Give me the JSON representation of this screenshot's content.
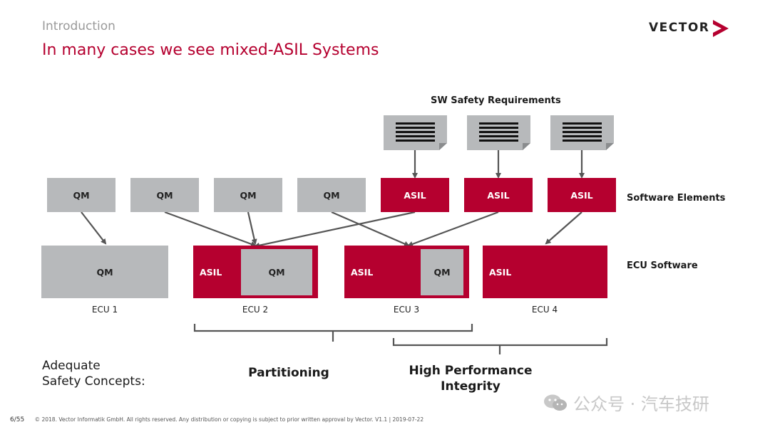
{
  "header": {
    "section": "Introduction",
    "title": "In many cases we see mixed-ASIL Systems",
    "logo_text": "VECTOR"
  },
  "labels": {
    "sw_safety_requirements": "SW Safety Requirements",
    "software_elements": "Software Elements",
    "ecu_software": "ECU Software"
  },
  "software_elements": [
    "QM",
    "QM",
    "QM",
    "QM",
    "ASIL",
    "ASIL",
    "ASIL"
  ],
  "ecus": [
    {
      "name": "ECU 1",
      "parts": [
        "QM"
      ]
    },
    {
      "name": "ECU 2",
      "parts": [
        "ASIL",
        "QM"
      ]
    },
    {
      "name": "ECU 3",
      "parts": [
        "ASIL",
        "QM"
      ]
    },
    {
      "name": "ECU 4",
      "parts": [
        "ASIL"
      ]
    }
  ],
  "concepts": {
    "heading_line1": "Adequate",
    "heading_line2": "Safety Concepts:",
    "partitioning": "Partitioning",
    "hpi_line1": "High Performance",
    "hpi_line2": "Integrity"
  },
  "footer": {
    "page": "6/55",
    "text": "© 2018. Vector Informatik GmbH. All rights reserved. Any distribution or copying is subject to prior written approval by Vector. V1.1 | 2019-07-22"
  },
  "watermark": "公众号 · 汽车技研",
  "colors": {
    "asil_red": "#b5002f",
    "qm_grey": "#b7b9bb",
    "arrow": "#555555"
  }
}
